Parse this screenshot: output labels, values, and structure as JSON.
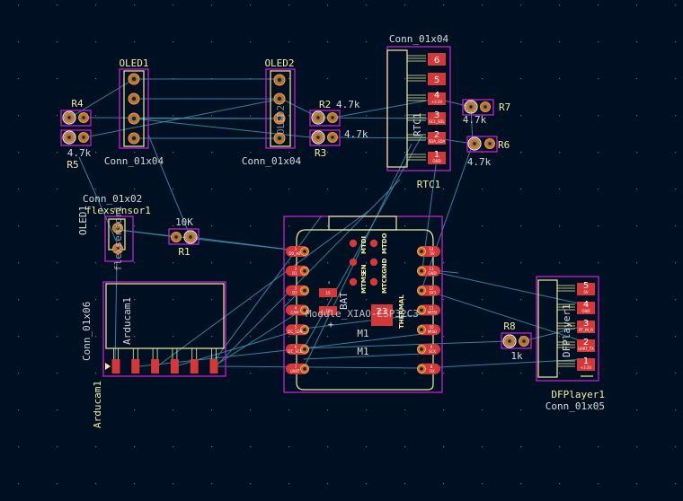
{
  "app": {
    "view": "pcb-editor-canvas"
  },
  "colors": {
    "background": "#001023",
    "silkscreen": "#f2eda1",
    "courtyard": "#c71ecb",
    "ratsnest": "#3c8ea8",
    "pad": "#d63839",
    "through_hole": "#c2702e"
  },
  "footprints": {
    "oled1": {
      "ref": "OLED1",
      "value": "Conn_01x04"
    },
    "oled2": {
      "ref": "OLED2",
      "value": "Conn_01x04",
      "fab": "OLED2"
    },
    "r4": {
      "ref": "R4",
      "value": "4.7k"
    },
    "r5": {
      "ref": "R5",
      "value": "4.7k"
    },
    "r2": {
      "ref": "R2",
      "value": "4.7k"
    },
    "r3": {
      "ref": "R3",
      "value": "4.7k"
    },
    "rtc1": {
      "ref": "RTC1",
      "value": "Conn_01x04",
      "fab": "RTC1",
      "pads": [
        {
          "num": "6",
          "name": ""
        },
        {
          "num": "5",
          "name": ""
        },
        {
          "num": "4",
          "name": "+3.3V"
        },
        {
          "num": "3",
          "name": "SCL_SDL"
        },
        {
          "num": "2",
          "name": "SDA_SDA"
        },
        {
          "num": "1",
          "name": "GND"
        }
      ]
    },
    "r7": {
      "ref": "R7",
      "value": "4.7k"
    },
    "r6": {
      "ref": "R6",
      "value": "4.7k"
    },
    "flexsensor1": {
      "ref": "flexsensor1",
      "value": "Conn_01x02",
      "fab": "flexsensor1",
      "overlap_text": "OLED1"
    },
    "r1": {
      "ref": "R1",
      "value": "10K"
    },
    "m1": {
      "ref": "M1",
      "value": "Module_XIAO-ESP32C3",
      "fab": "M1",
      "bat_label": "BAT",
      "plus_label": "+",
      "minus_label": "-",
      "thermal_label": "THERMAL",
      "thermal_pad": "23",
      "left_pads": [
        {
          "num": "1",
          "name": "D0_A0"
        },
        {
          "num": "2",
          "name": "D1"
        },
        {
          "num": "3",
          "name": "D2"
        },
        {
          "num": "4",
          "name": "CAM"
        },
        {
          "num": "5",
          "name": "I2C_SDA"
        },
        {
          "num": "6",
          "name": "I2C_SCL"
        },
        {
          "num": "7",
          "name": "UART"
        }
      ],
      "right_pads": [
        {
          "num": "14",
          "name": "5V"
        },
        {
          "num": "13",
          "name": "GND"
        },
        {
          "num": "12",
          "name": "3V3"
        },
        {
          "num": "11",
          "name": "MOSI"
        },
        {
          "num": "10",
          "name": "MISO"
        },
        {
          "num": "9",
          "name": "SCK"
        },
        {
          "num": "8",
          "name": "RX"
        }
      ],
      "jtag_labels": [
        "MTDI",
        "MTDO",
        "EN",
        "GND",
        "MTMS",
        "MTCK"
      ],
      "bat_pads": [
        "15",
        "16"
      ]
    },
    "arducam1": {
      "ref": "Arducam1",
      "value": "Conn_01x06",
      "fab": "Arducam1",
      "pad_count": 6
    },
    "r8": {
      "ref": "R8",
      "value": "1k"
    },
    "dfplayer1": {
      "ref": "DFPlayer1",
      "value": "Conn_01x05",
      "fab": "DFPlayer1",
      "pads": [
        {
          "num": "5",
          "name": "5V"
        },
        {
          "num": "4",
          "name": "GND"
        },
        {
          "num": "3",
          "name": "RT_IN_R"
        },
        {
          "num": "2",
          "name": "UART_TX"
        },
        {
          "num": "1",
          "name": "+3.3V"
        }
      ]
    }
  }
}
